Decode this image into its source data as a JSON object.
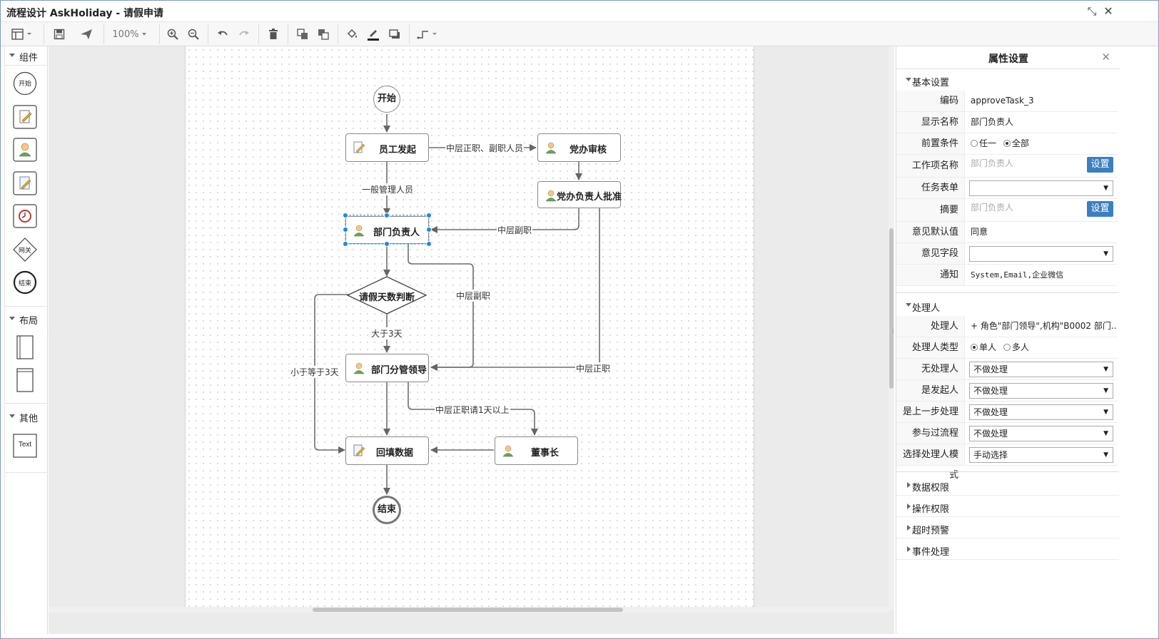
{
  "window": {
    "title": "流程设计 AskHoliday - 请假申请",
    "restore_icon": "restore-icon",
    "close_icon": "close-icon"
  },
  "toolbar": {
    "zoom": "100%",
    "icons": [
      "layout-icon",
      "save-icon",
      "send-icon",
      "zoom-in-icon",
      "zoom-out-icon",
      "undo-icon",
      "redo-icon",
      "delete-icon",
      "bring-front-icon",
      "send-back-icon",
      "fill-color-icon",
      "line-color-icon",
      "shadow-icon",
      "connector-style-icon"
    ]
  },
  "palette": {
    "sections": [
      {
        "title": "组件",
        "items": [
          {
            "name": "start",
            "label": "开始"
          },
          {
            "name": "task",
            "label": ""
          },
          {
            "name": "user-task",
            "label": ""
          },
          {
            "name": "sign-task",
            "label": ""
          },
          {
            "name": "timer",
            "label": ""
          },
          {
            "name": "gateway",
            "label": "网关"
          },
          {
            "name": "end",
            "label": "结束"
          }
        ]
      },
      {
        "title": "布局",
        "items": [
          {
            "name": "lane-vertical",
            "label": ""
          },
          {
            "name": "lane-horizontal",
            "label": ""
          }
        ]
      },
      {
        "title": "其他",
        "items": [
          {
            "name": "text",
            "label": "Text"
          }
        ]
      }
    ]
  },
  "flow": {
    "nodes": {
      "start": "开始",
      "emp_start": "员工发起",
      "party_review": "党办审核",
      "party_head": "党办负责人批准",
      "dept_head": "部门负责人",
      "gateway": "请假天数判断",
      "dept_leader": "部门分管领导",
      "fill_data": "回填数据",
      "chairman": "董事长",
      "end": "结束"
    },
    "edges": {
      "e1": "中层正职、副职人员",
      "e2": "一般管理人员",
      "e3": "中层副职",
      "e4": "中层副职",
      "e5": "大于3天",
      "e6": "小于等于3天",
      "e7": "中层正职",
      "e8": "中层正职请1天以上"
    }
  },
  "props": {
    "title": "属性设置",
    "basic": {
      "title": "基本设置",
      "code_label": "编码",
      "code": "approveTask_3",
      "display_label": "显示名称",
      "display": "部门负责人",
      "pre_label": "前置条件",
      "pre_any": "任一",
      "pre_all": "全部",
      "pre_selected": "全部",
      "workitem_label": "工作项名称",
      "workitem_placeholder": "部门负责人",
      "workitem_btn": "设置",
      "form_label": "任务表单",
      "form_value": "",
      "summary_label": "摘要",
      "summary_placeholder": "部门负责人",
      "summary_btn": "设置",
      "opinion_default_label": "意见默认值",
      "opinion_default": "同意",
      "opinion_field_label": "意见字段",
      "opinion_field": "",
      "notify_label": "通知",
      "notify": "System,Email,企业微信"
    },
    "handler": {
      "title": "处理人",
      "handler_label": "处理人",
      "handler": "+ 角色\"部门领导\",机构\"B0002 部门...",
      "type_label": "处理人类型",
      "type_single": "单人",
      "type_multi": "多人",
      "type_selected": "单人",
      "none_label": "无处理人",
      "none": "不做处理",
      "initiator_label": "是发起人",
      "initiator": "不做处理",
      "prev_label": "是上一步处理人",
      "prev": "不做处理",
      "participated_label": "参与过流程",
      "participated": "不做处理",
      "mode_label": "选择处理人模式",
      "mode": "手动选择"
    },
    "collapsed": [
      "数据权限",
      "操作权限",
      "超时预警",
      "事件处理"
    ]
  },
  "colors": {
    "accent": "#3c7fc1",
    "selection": "#1e88e5"
  }
}
